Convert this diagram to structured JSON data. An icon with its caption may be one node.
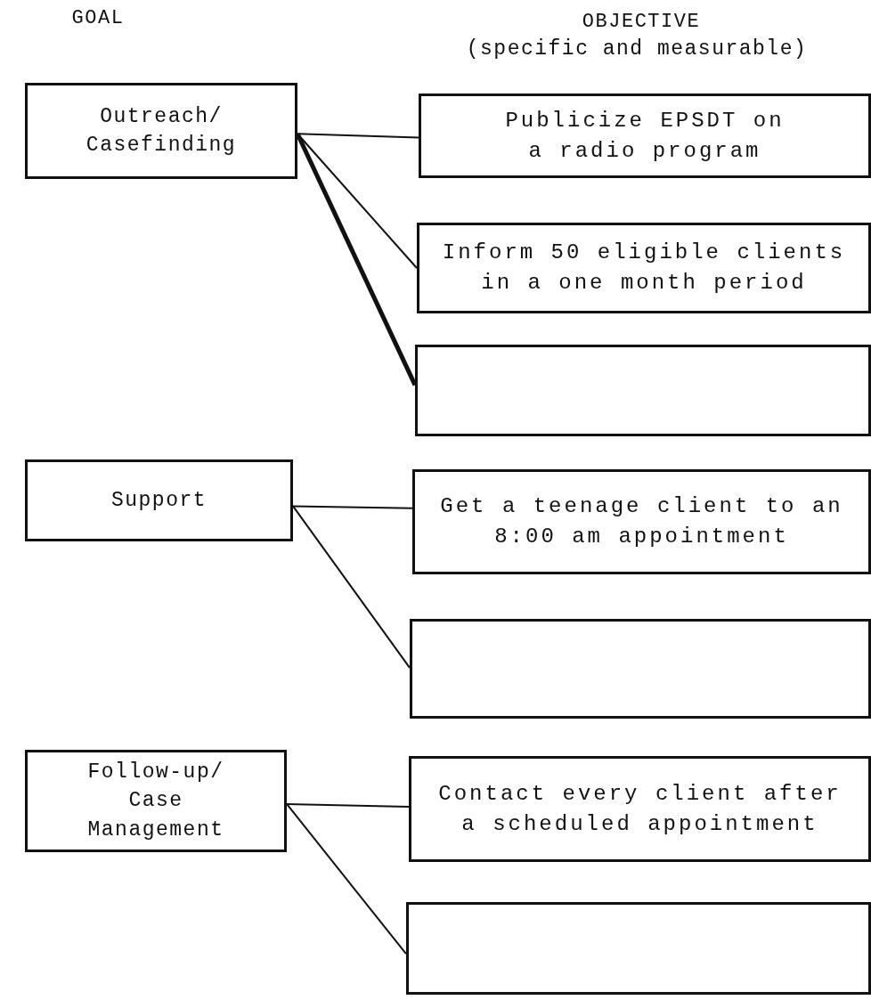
{
  "diagram": {
    "nodes": [
      {
        "text": [
          "Outreach/ Casefinding"
        ]
      },
      {
        "text": [
          "Publicize EPSDT on a radio program"
        ]
      },
      {
        "text": [
          "Inform 50 eligible clients in a one month period"
        ]
      },
      {
        "text": [],
        "shape": "box"
      },
      {
        "text": [
          "Support"
        ]
      },
      {
        "text": [
          "Get a teenage client to an 8:00 am appointment"
        ]
      },
      {
        "text": [],
        "shape": "box"
      },
      {
        "text": [
          "Follow-up/ Case Management"
        ]
      },
      {
        "text": [
          "Contact every client after a scheduled appointment"
        ]
      },
      {
        "text": [],
        "shape": "box"
      }
    ],
    "edges": [
      {
        "from": 0,
        "to": 1,
        "arrow": "none"
      },
      {
        "from": 0,
        "to": 2,
        "arrow": "none"
      },
      {
        "from": 0,
        "to": 3,
        "arrow": "none",
        "style": "thick"
      },
      {
        "from": 4,
        "to": 5,
        "arrow": "none"
      },
      {
        "from": 4,
        "to": 6,
        "arrow": "none"
      },
      {
        "from": 7,
        "to": 8,
        "arrow": "none"
      },
      {
        "from": 7,
        "to": 9,
        "arrow": "none"
      }
    ],
    "labels": [
      "GOAL",
      "OBJECTIVE",
      "(specific and measurable)"
    ]
  }
}
